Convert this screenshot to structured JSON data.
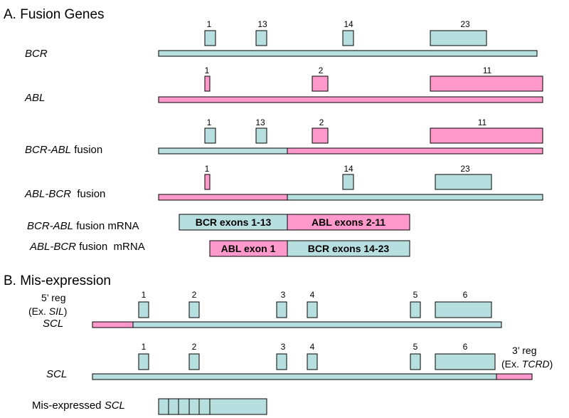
{
  "colors": {
    "bcr": "#b7dfe0",
    "abl": "#ff99cc",
    "stroke": "#000000"
  },
  "section_a": {
    "title": "A.  Fusion Genes",
    "rows": [
      {
        "label_italic": "BCR",
        "label_rest": "",
        "exons": [
          "1",
          "13",
          "14",
          "23"
        ]
      },
      {
        "label_italic": "ABL",
        "label_rest": "",
        "exons": [
          "1",
          "2",
          "11"
        ]
      },
      {
        "label_italic": "BCR-ABL",
        "label_rest": " fusion",
        "exons": [
          "1",
          "13",
          "2",
          "11"
        ]
      },
      {
        "label_italic": "ABL-BCR",
        "label_rest": "  fusion",
        "exons": [
          "1",
          "14",
          "23"
        ]
      }
    ],
    "mrna": [
      {
        "label_italic": "BCR-ABL",
        "label_rest": " fusion mRNA",
        "left": "BCR exons 1-13",
        "right": "ABL exons 2-11"
      },
      {
        "label_italic": "ABL-BCR",
        "label_rest": " fusion  mRNA",
        "left": "ABL exon 1",
        "right": "BCR exons 14-23"
      }
    ]
  },
  "section_b": {
    "title": "B.  Mis-expression",
    "reg5": {
      "line1": "5’ reg",
      "line2_pre": "(Ex. ",
      "line2_italic": "SIL",
      "line2_post": ")"
    },
    "reg3": {
      "line1": "3’ reg",
      "line2_pre": "(Ex. ",
      "line2_italic": "TCRD",
      "line2_post": ")"
    },
    "rows": [
      {
        "label_italic": "SCL",
        "exons": [
          "1",
          "2",
          "3",
          "4",
          "5",
          "6"
        ]
      },
      {
        "label_italic": "SCL",
        "exons": [
          "1",
          "2",
          "3",
          "4",
          "5",
          "6"
        ]
      }
    ],
    "misexpressed": {
      "label_pre": "Mis-expressed ",
      "label_italic": "SCL"
    }
  }
}
